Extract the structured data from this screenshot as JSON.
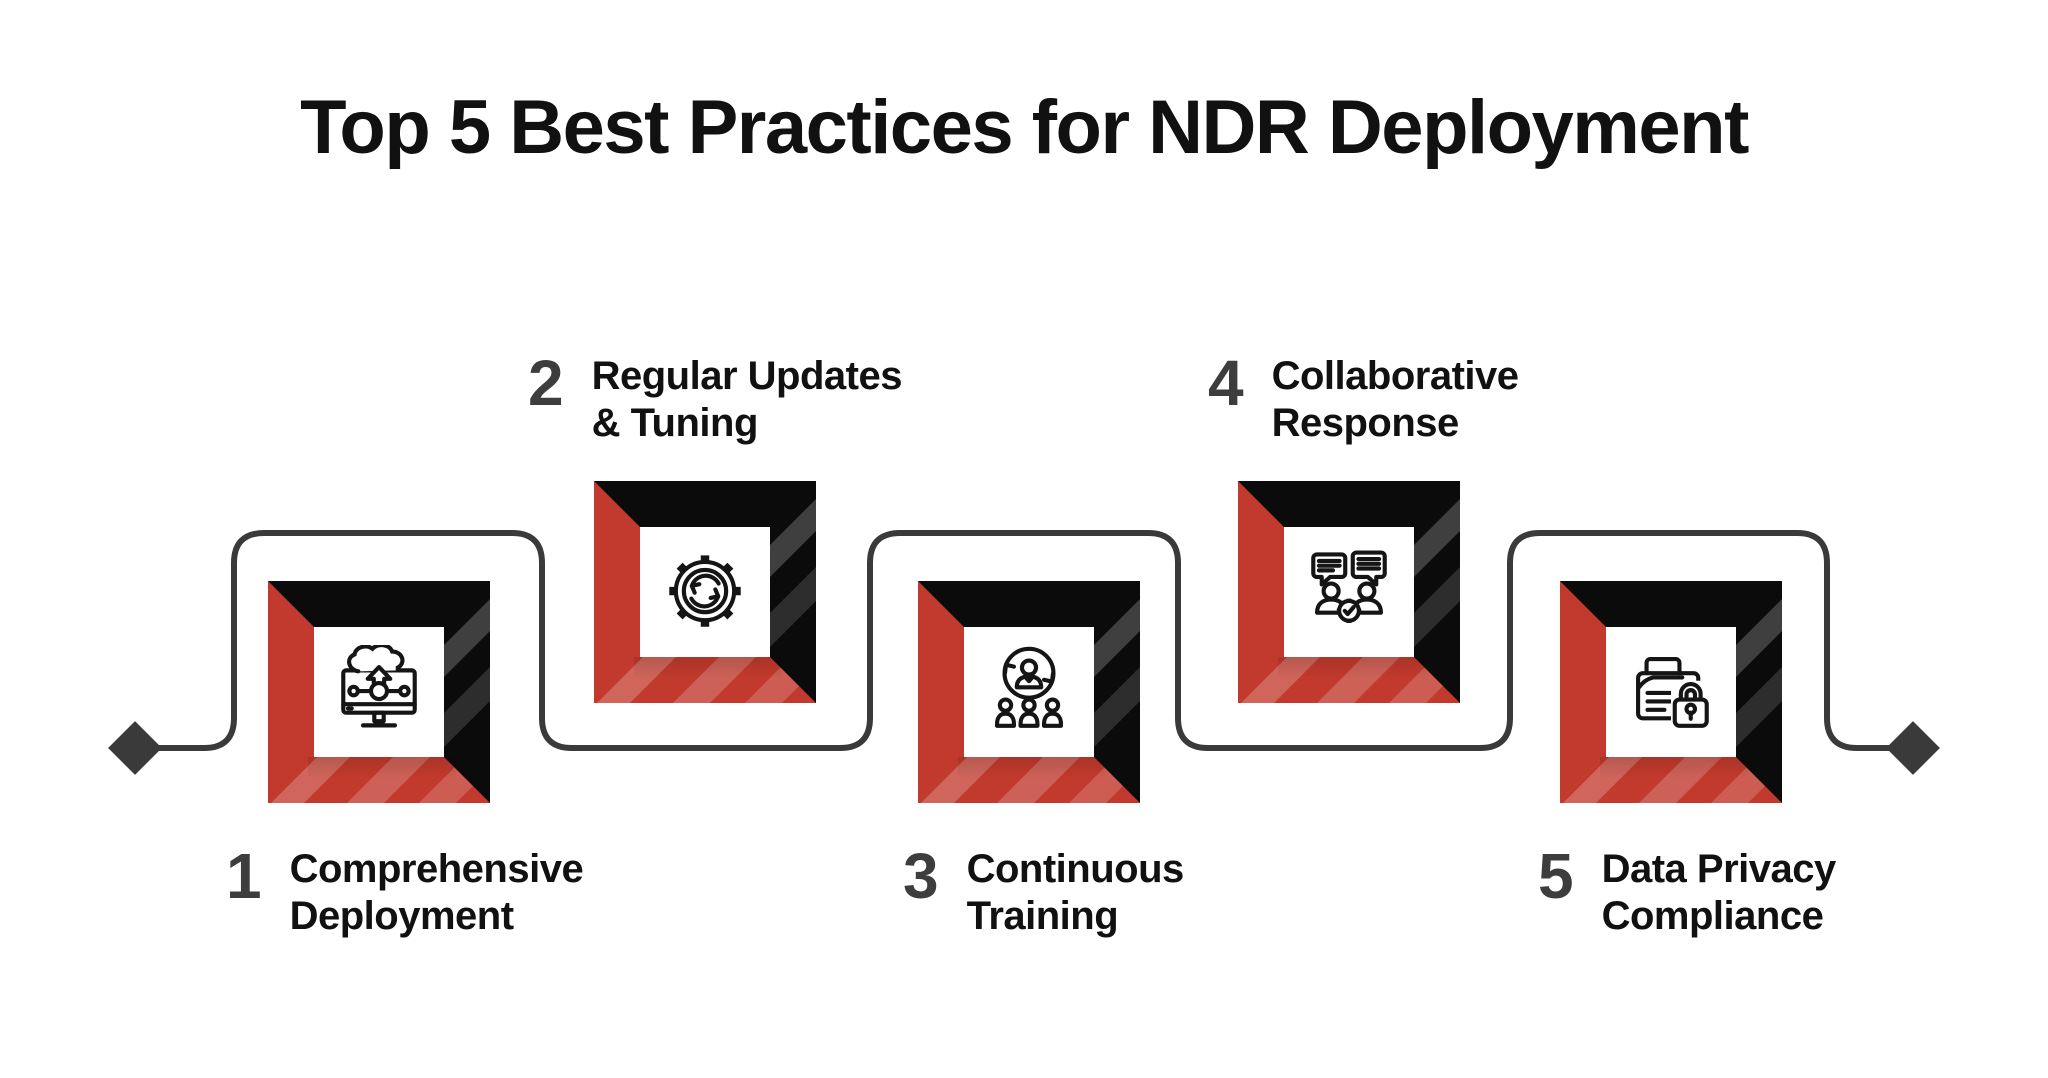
{
  "title": "Top 5 Best Practices for NDR Deployment",
  "steps": [
    {
      "number": "1",
      "line1": "Comprehensive",
      "line2": "Deployment",
      "icon": "cloud-deployment-icon"
    },
    {
      "number": "2",
      "line1": "Regular Updates",
      "line2": "& Tuning",
      "icon": "gear-sync-icon"
    },
    {
      "number": "3",
      "line1": "Continuous",
      "line2": "Training",
      "icon": "user-training-icon"
    },
    {
      "number": "4",
      "line1": "Collaborative",
      "line2": "Response",
      "icon": "collaboration-icon"
    },
    {
      "number": "5",
      "line1": "Data Privacy",
      "line2": "Compliance",
      "icon": "folder-lock-icon"
    }
  ],
  "colors": {
    "accent_red": "#c23a2d",
    "frame_black": "#0b0b0b",
    "connector_gray": "#3a3a3a",
    "number_gray": "#3d3d3d",
    "text_black": "#111111",
    "background": "#ffffff"
  }
}
